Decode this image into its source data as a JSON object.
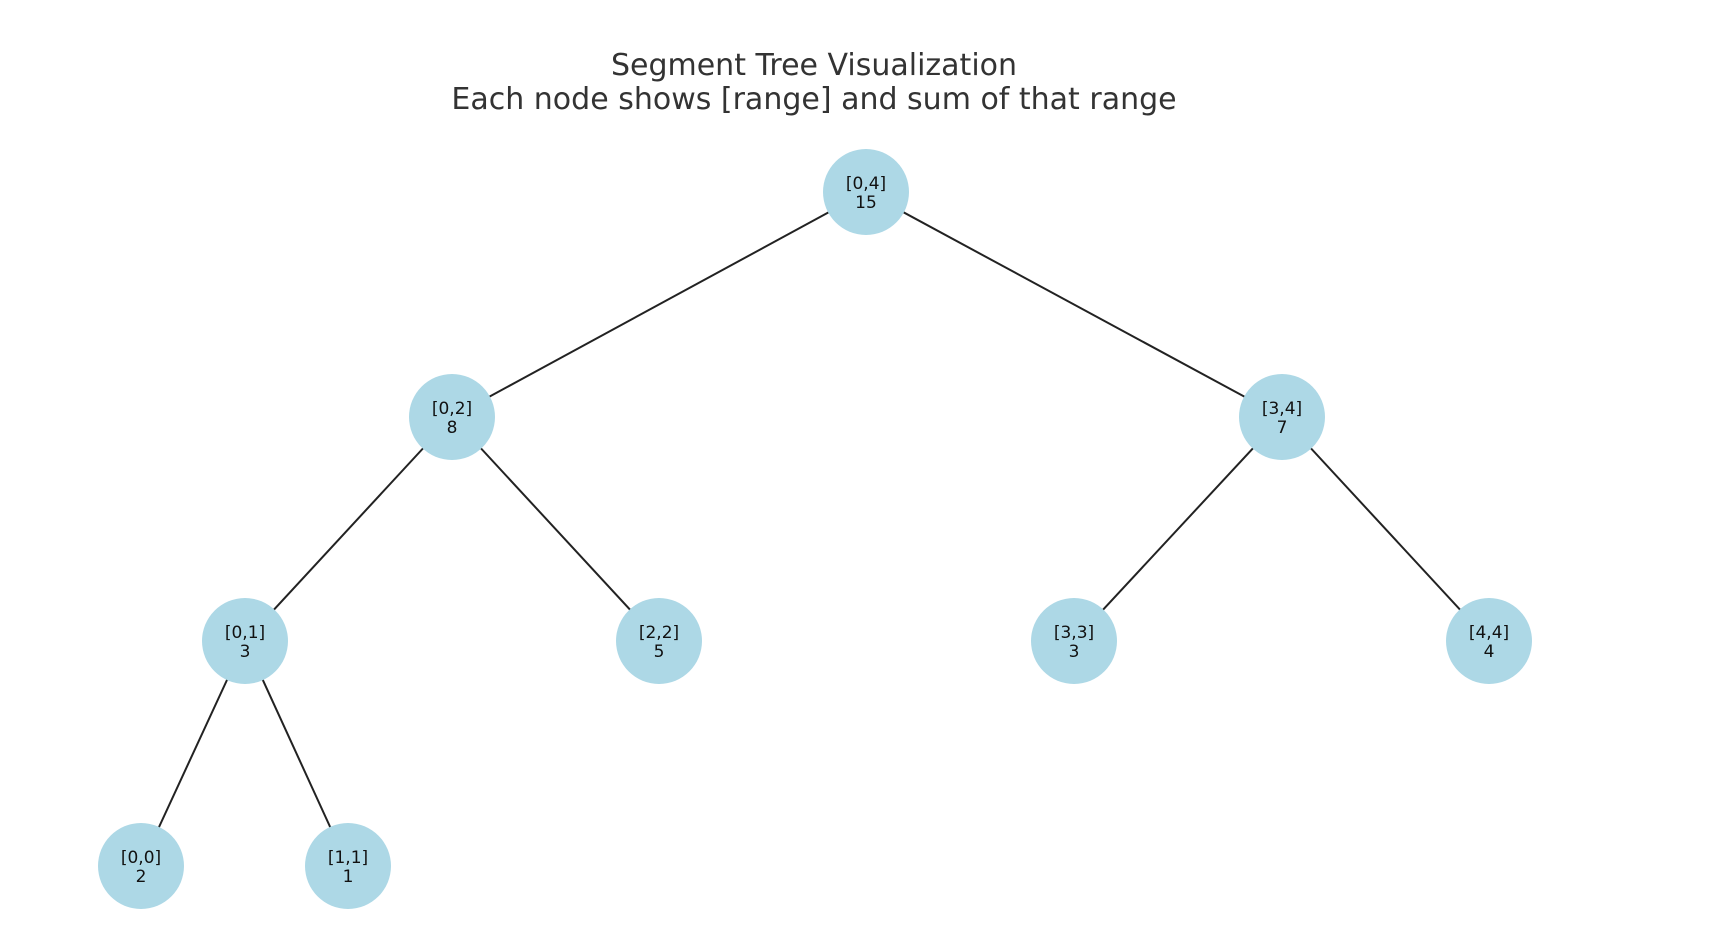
{
  "title": {
    "line1": "Segment Tree Visualization",
    "line2": "Each node shows [range] and sum of that range"
  },
  "colors": {
    "node_fill": "#add8e6",
    "edge": "#222222",
    "title_text": "#333333"
  },
  "tree": {
    "nodes": [
      {
        "id": "n04",
        "range": "[0,4]",
        "sum": "15"
      },
      {
        "id": "n02",
        "range": "[0,2]",
        "sum": "8"
      },
      {
        "id": "n34",
        "range": "[3,4]",
        "sum": "7"
      },
      {
        "id": "n01",
        "range": "[0,1]",
        "sum": "3"
      },
      {
        "id": "n22",
        "range": "[2,2]",
        "sum": "5"
      },
      {
        "id": "n33",
        "range": "[3,3]",
        "sum": "3"
      },
      {
        "id": "n44",
        "range": "[4,4]",
        "sum": "4"
      },
      {
        "id": "n00",
        "range": "[0,0]",
        "sum": "2"
      },
      {
        "id": "n11",
        "range": "[1,1]",
        "sum": "1"
      }
    ],
    "edges": [
      [
        "n04",
        "n02"
      ],
      [
        "n04",
        "n34"
      ],
      [
        "n02",
        "n01"
      ],
      [
        "n02",
        "n22"
      ],
      [
        "n34",
        "n33"
      ],
      [
        "n34",
        "n44"
      ],
      [
        "n01",
        "n00"
      ],
      [
        "n01",
        "n11"
      ]
    ]
  }
}
